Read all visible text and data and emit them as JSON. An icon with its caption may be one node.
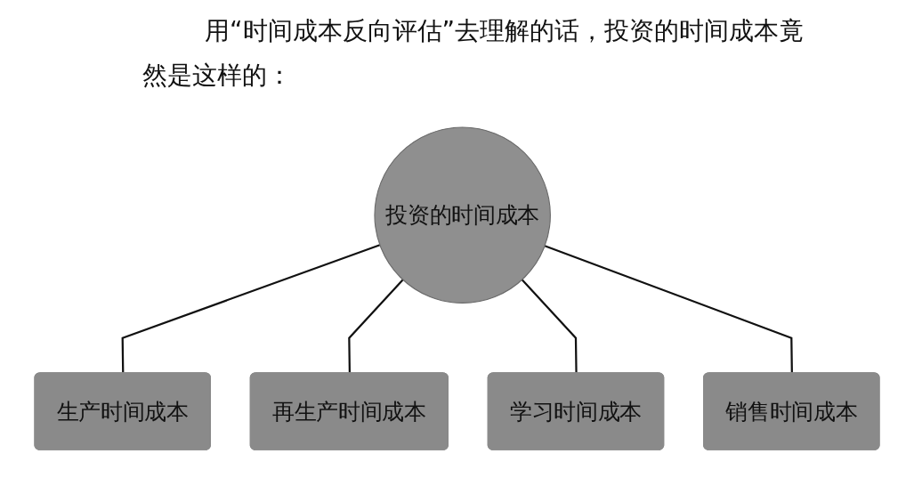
{
  "diagram": {
    "title": "用“时间成本反向评估”去理解的话，投资的时间成本竟然是这样的：",
    "nodes": [
      {
        "text": [
          "投资的时间成本"
        ]
      },
      {
        "text": [
          "生产时间成本"
        ]
      },
      {
        "text": [
          "再生产时间成本"
        ]
      },
      {
        "text": [
          "学习时间成本"
        ]
      },
      {
        "text": [
          "销售时间成本"
        ]
      }
    ],
    "edges": [
      {
        "from": 0,
        "to": 1,
        "arrow": "none"
      },
      {
        "from": 0,
        "to": 2,
        "arrow": "none"
      },
      {
        "from": 0,
        "to": 3,
        "arrow": "none"
      },
      {
        "from": 0,
        "to": 4,
        "arrow": "none"
      }
    ]
  }
}
